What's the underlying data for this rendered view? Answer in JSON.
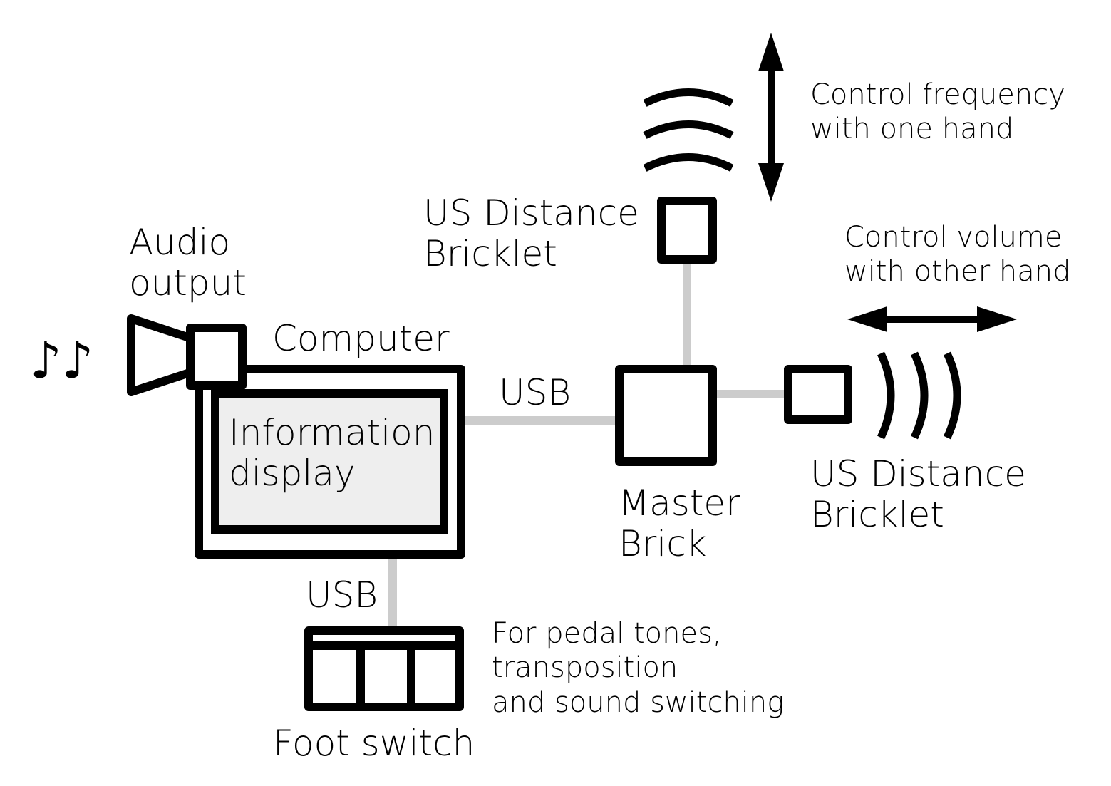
{
  "labels": {
    "audio_output": [
      "Audio",
      "output"
    ],
    "computer": "Computer",
    "information_display": [
      "Information",
      "display"
    ],
    "usb_top": "USB",
    "usb_bottom": "USB",
    "master_brick": [
      "Master",
      "Brick"
    ],
    "us_distance_top": [
      "US Distance",
      "Bricklet"
    ],
    "us_distance_right": [
      "US Distance",
      "Bricklet"
    ],
    "control_frequency": [
      "Control frequency",
      "with one hand"
    ],
    "control_volume": [
      "Control volume",
      "with other hand"
    ],
    "foot_switch": "Foot switch",
    "foot_switch_note": [
      "For pedal tones,",
      "transposition",
      "and sound switching"
    ]
  },
  "music_notes": "♪♪",
  "colors": {
    "stroke": "#000000",
    "cable": "#cccccc",
    "display_fill": "#eeeeee",
    "background": "#ffffff"
  }
}
